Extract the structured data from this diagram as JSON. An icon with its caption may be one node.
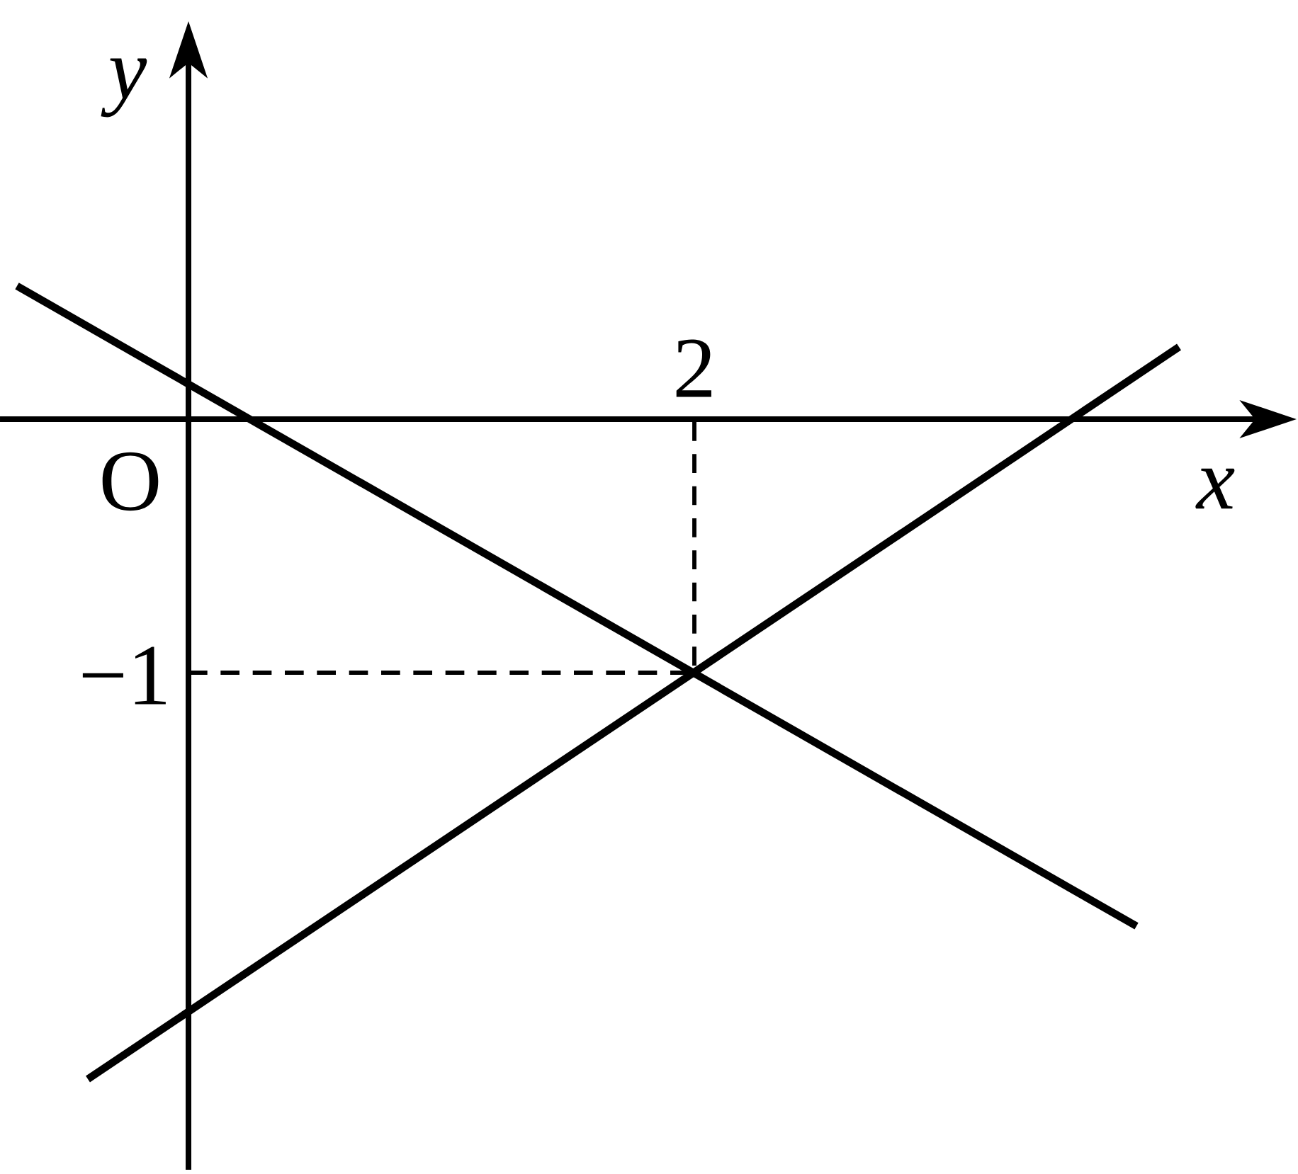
{
  "diagram": {
    "labels": [
      "y",
      "2",
      "O",
      "x",
      "−1"
    ]
  }
}
